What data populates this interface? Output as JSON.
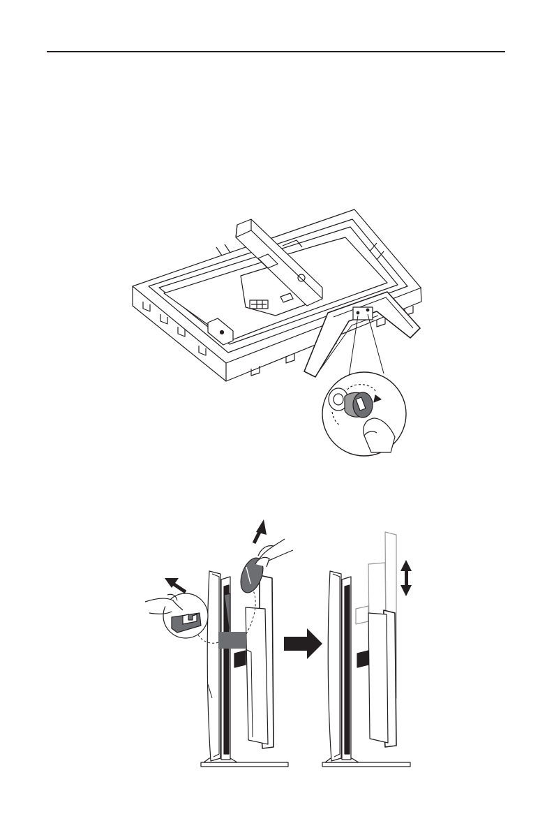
{
  "page": {
    "header_rule": true,
    "colors": {
      "ink": "#231f20",
      "shade_dark": "#6d6e71",
      "shade_mid": "#9a9a9a",
      "paper": "#ffffff"
    }
  },
  "figures": [
    {
      "id": "monitor-face-down-on-packaging",
      "icons": [
        "stand-base",
        "base-screw",
        "hand-turning-screw",
        "rotation-arrow"
      ]
    },
    {
      "id": "removing-locking-pin-and-adjusting-height",
      "icons": [
        "hand",
        "locking-pin",
        "arrow-up-left",
        "arrow-right",
        "arrow-up-down"
      ]
    }
  ]
}
